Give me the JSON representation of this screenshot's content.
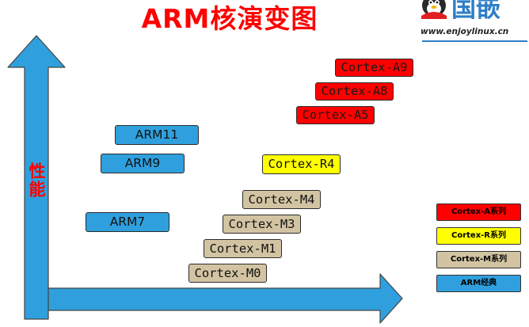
{
  "header": {
    "title": "ARM核演变图",
    "site_url": "www.enjoylinux.cn",
    "logo": "国嵌"
  },
  "axes": {
    "y_label": "性能"
  },
  "nodes": [
    {
      "label": "ARM11",
      "series": "ARM经典"
    },
    {
      "label": "ARM9",
      "series": "ARM经典"
    },
    {
      "label": "ARM7",
      "series": "ARM经典"
    },
    {
      "label": "Cortex-A9",
      "series": "Cortex-A系列"
    },
    {
      "label": "Cortex-A8",
      "series": "Cortex-A系列"
    },
    {
      "label": "Cortex-A5",
      "series": "Cortex-A系列"
    },
    {
      "label": "Cortex-R4",
      "series": "Cortex-R系列"
    },
    {
      "label": "Cortex-M4",
      "series": "Cortex-M系列"
    },
    {
      "label": "Cortex-M3",
      "series": "Cortex-M系列"
    },
    {
      "label": "Cortex-M1",
      "series": "Cortex-M系列"
    },
    {
      "label": "Cortex-M0",
      "series": "Cortex-M系列"
    }
  ],
  "legend": [
    {
      "label": "Cortex-A系列",
      "color": "#ff0000"
    },
    {
      "label": "Cortex-R系列",
      "color": "#ffff00"
    },
    {
      "label": "Cortex-M系列",
      "color": "#d2c4a3"
    },
    {
      "label": "ARM经典",
      "color": "#2fa0dd"
    }
  ],
  "colors": {
    "title": "#ff0000",
    "arrow": "#2fa0dd",
    "arm_classic": "#2fa0dd",
    "cortex_a": "#ff0000",
    "cortex_r": "#ffff00",
    "cortex_m": "#d2c4a3"
  }
}
